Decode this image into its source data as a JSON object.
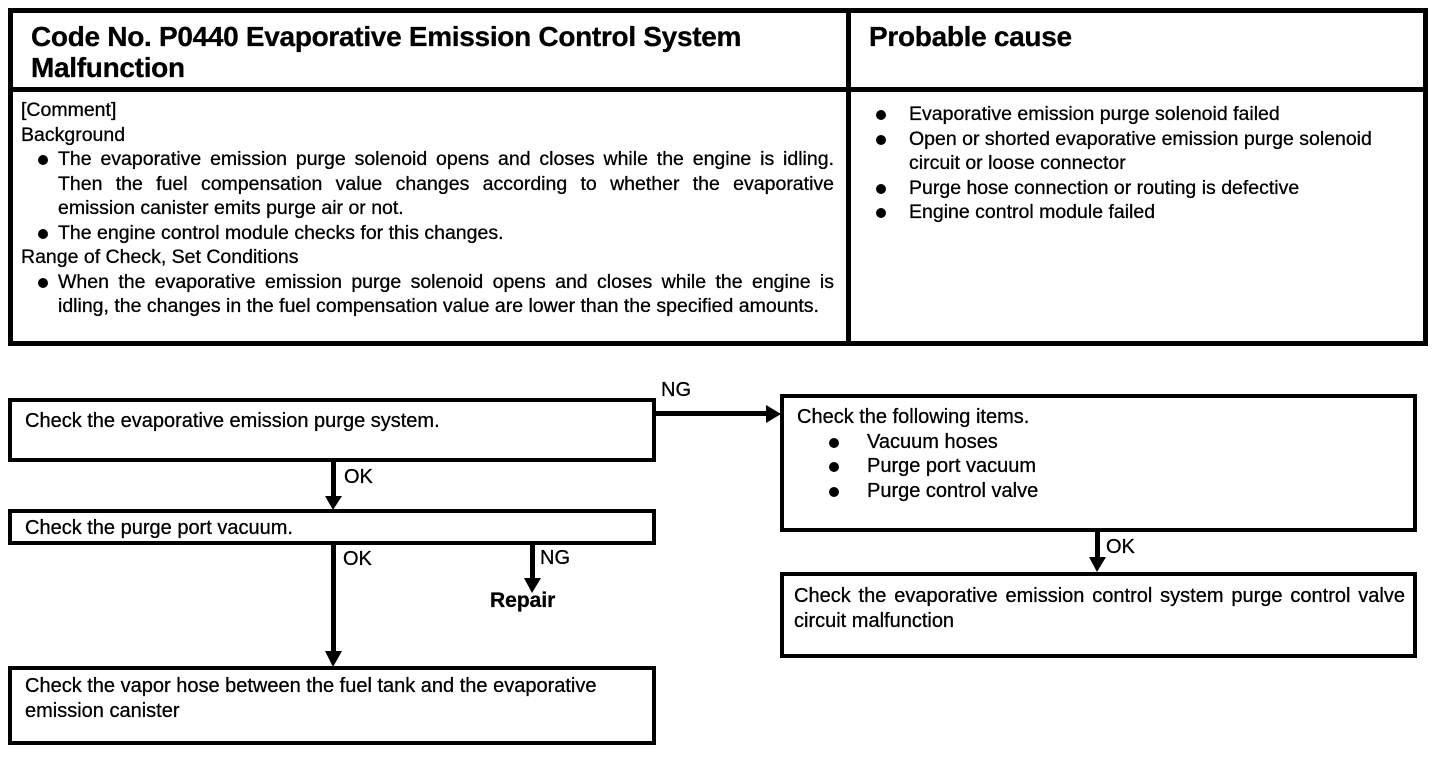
{
  "colors": {
    "ink": "#000000",
    "paper": "#ffffff"
  },
  "dtc_table": {
    "code_title": "Code No. P0440 Evaporative Emission Control System Malfunction",
    "probable_cause_title": "Probable cause",
    "comment_tag": "[Comment]",
    "background_heading": "Background",
    "background_bullets": [
      "The evaporative emission purge solenoid opens and closes while the engine is idling. Then the fuel compensation value changes according to whether the evaporative emission canister emits purge air or not.",
      "The engine control module checks for this changes."
    ],
    "range_heading": "Range of Check, Set Conditions",
    "range_bullets": [
      "When the evaporative emission purge solenoid opens and closes while the engine is idling, the changes in the fuel compensation value are lower than the specified amounts."
    ],
    "probable_causes": [
      "Evaporative emission purge solenoid failed",
      "Open or shorted evaporative emission purge solenoid circuit or loose connector",
      "Purge hose connection or routing is defective",
      "Engine control module failed"
    ]
  },
  "flowchart": {
    "step_purge_system": "Check the evaporative emission purge system.",
    "label_ng_1": "NG",
    "label_ok_1": "OK",
    "check_items_title": "Check the following items.",
    "check_items": [
      "Vacuum hoses",
      "Purge port vacuum",
      "Purge control valve"
    ],
    "label_ok_right": "OK",
    "result_right": "Check the evaporative emission control system purge control valve circuit malfunction",
    "step_purge_port": "Check the purge port vacuum.",
    "label_ok_2": "OK",
    "label_ng_2": "NG",
    "repair_label": "Repair",
    "step_vapor_hose": "Check the vapor hose between the fuel tank and the evaporative emission canister"
  }
}
